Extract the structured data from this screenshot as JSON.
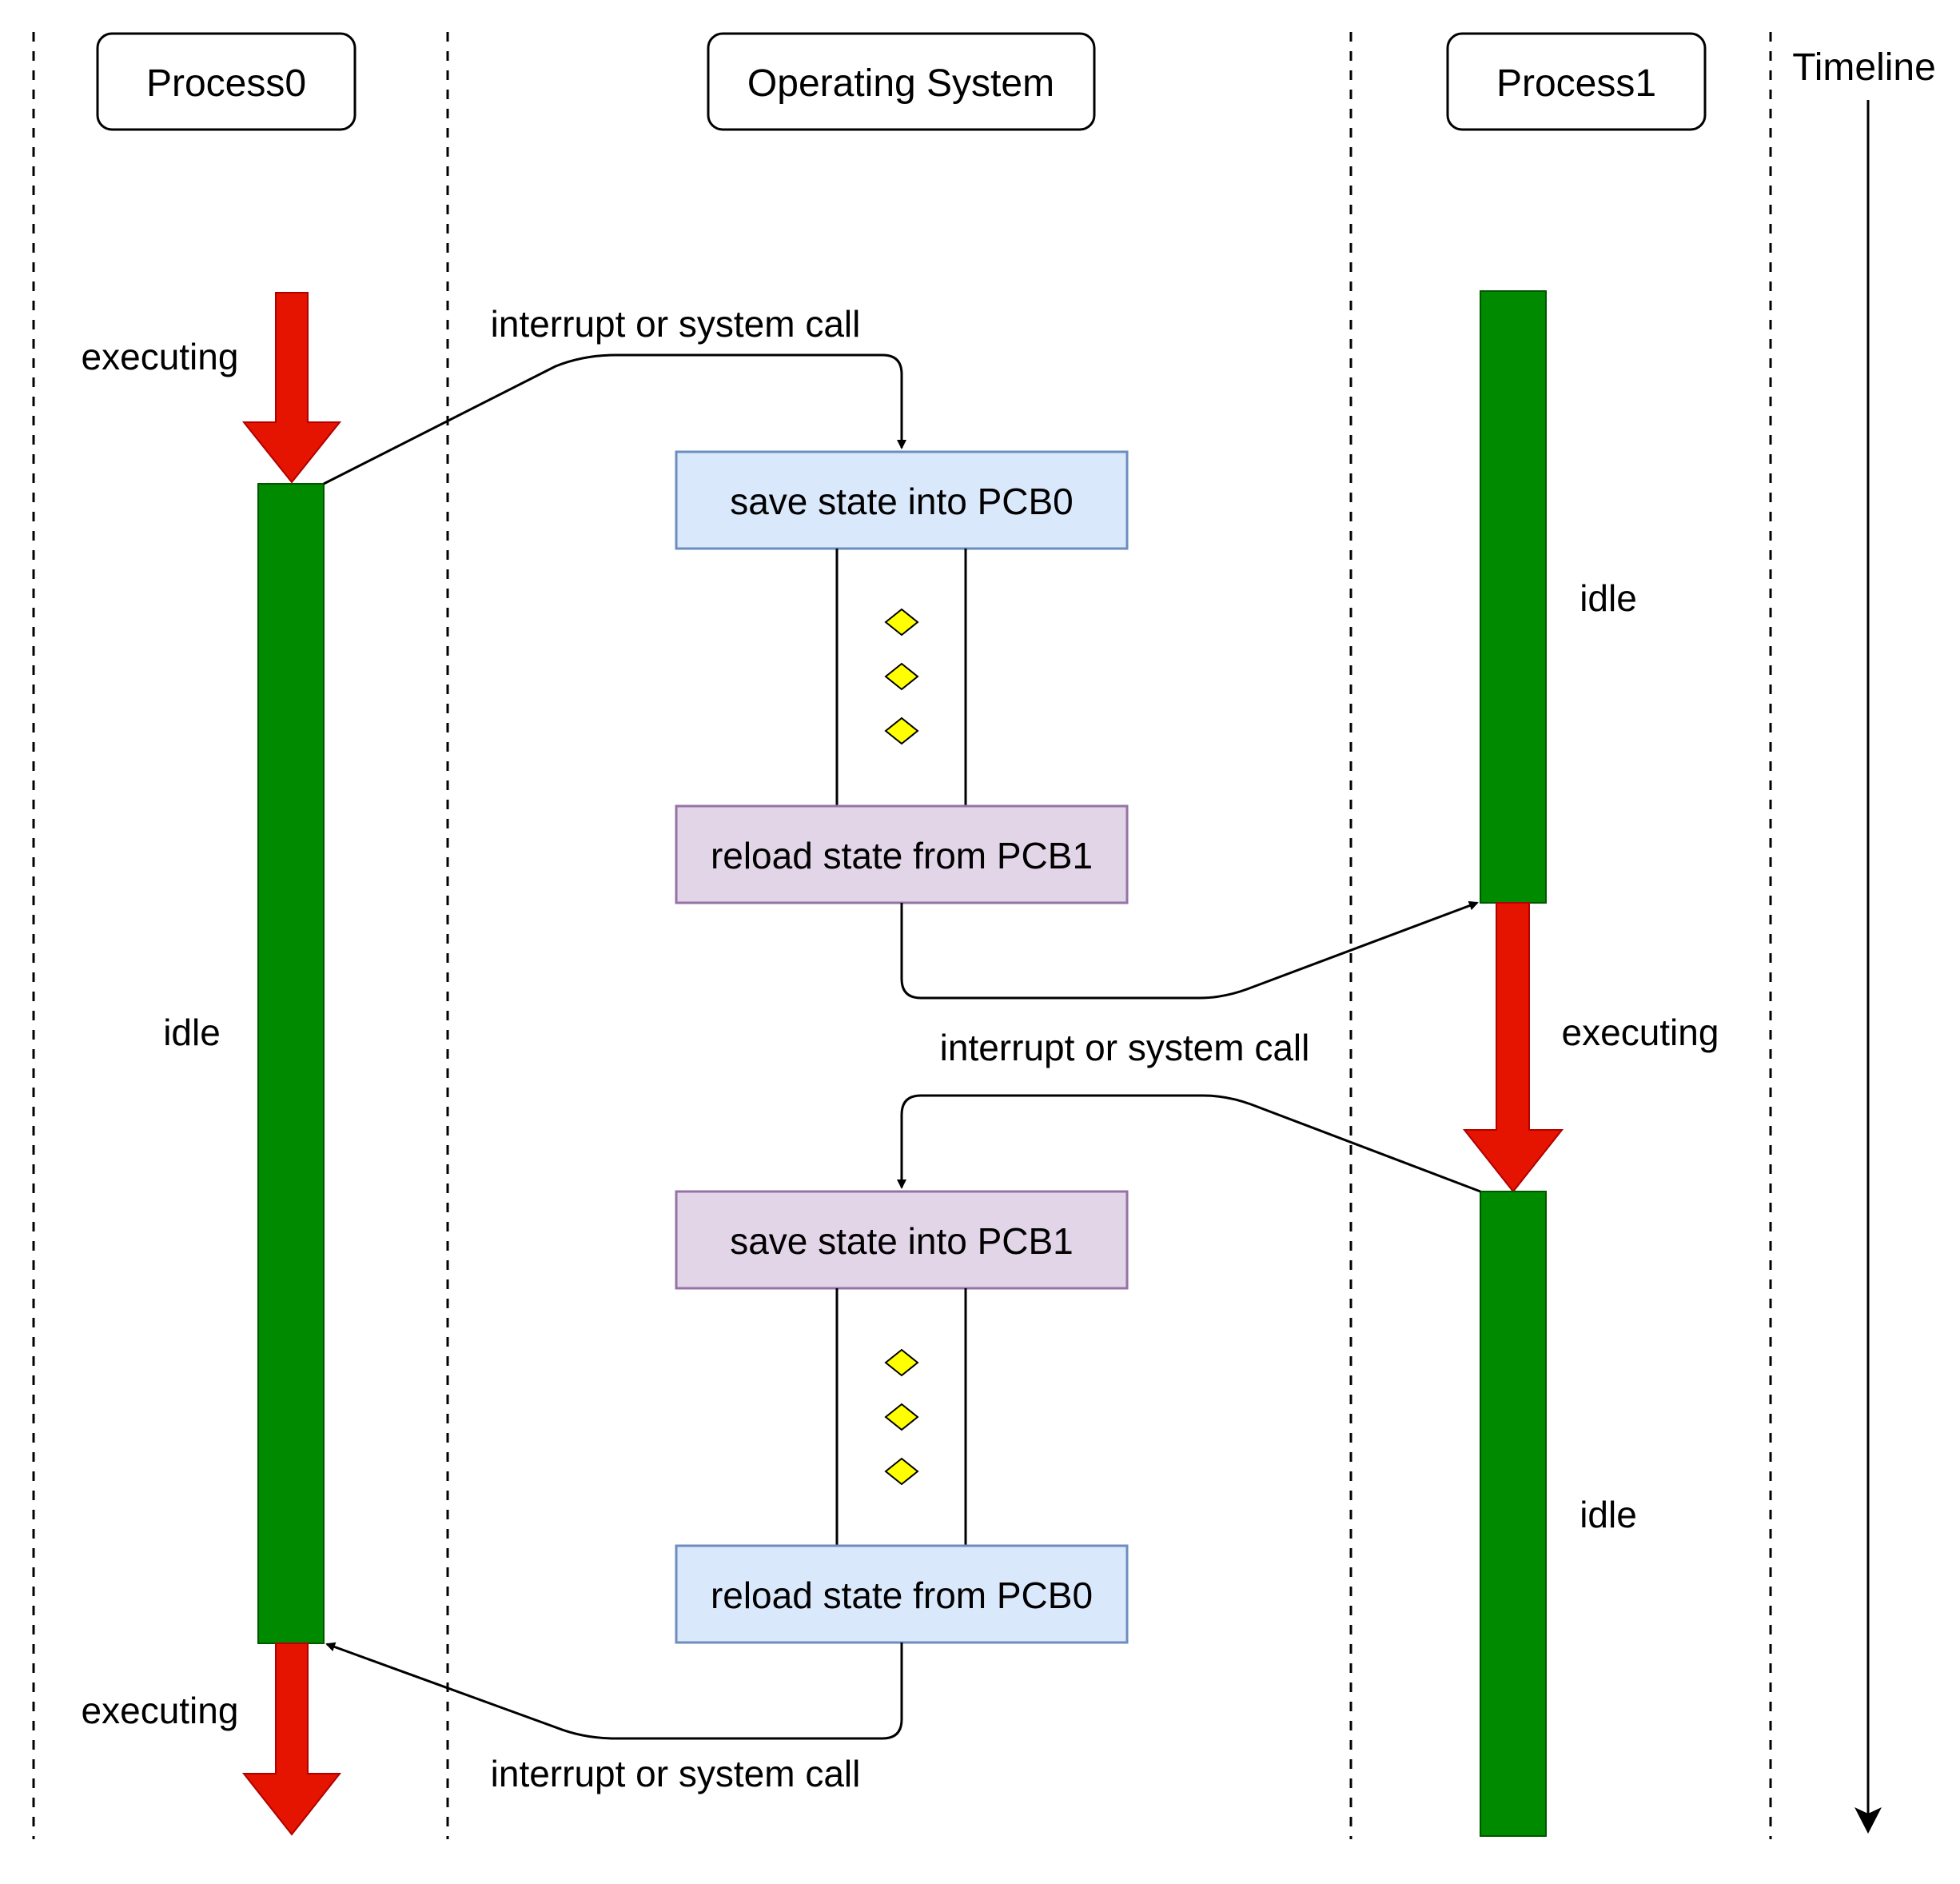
{
  "headers": {
    "process0": "Process0",
    "os": "Operating System",
    "process1": "Process1",
    "timeline": "Timeline"
  },
  "labels": {
    "p0_executing_top": "executing",
    "p0_idle": "idle",
    "p0_executing_bottom": "executing",
    "p1_idle_top": "idle",
    "p1_executing": "executing",
    "p1_idle_bottom": "idle",
    "call_top": "interrupt or system call",
    "call_middle": "interrupt or system call",
    "call_bottom": "interrupt or system call"
  },
  "os_steps": {
    "save_pcb0": "save state into PCB0",
    "reload_pcb1": "reload state from PCB1",
    "save_pcb1": "save state into PCB1",
    "reload_pcb0": "reload state from PCB0"
  },
  "colors": {
    "executing_arrow": "#e51400",
    "idle_bar": "#008a00",
    "pcb0_box_fill": "#dae8fc",
    "pcb0_box_border": "#6c8ebf",
    "pcb1_box_fill": "#e1d5e7",
    "pcb1_box_border": "#9673a6",
    "ellipsis_diamond": "#ffff00"
  }
}
